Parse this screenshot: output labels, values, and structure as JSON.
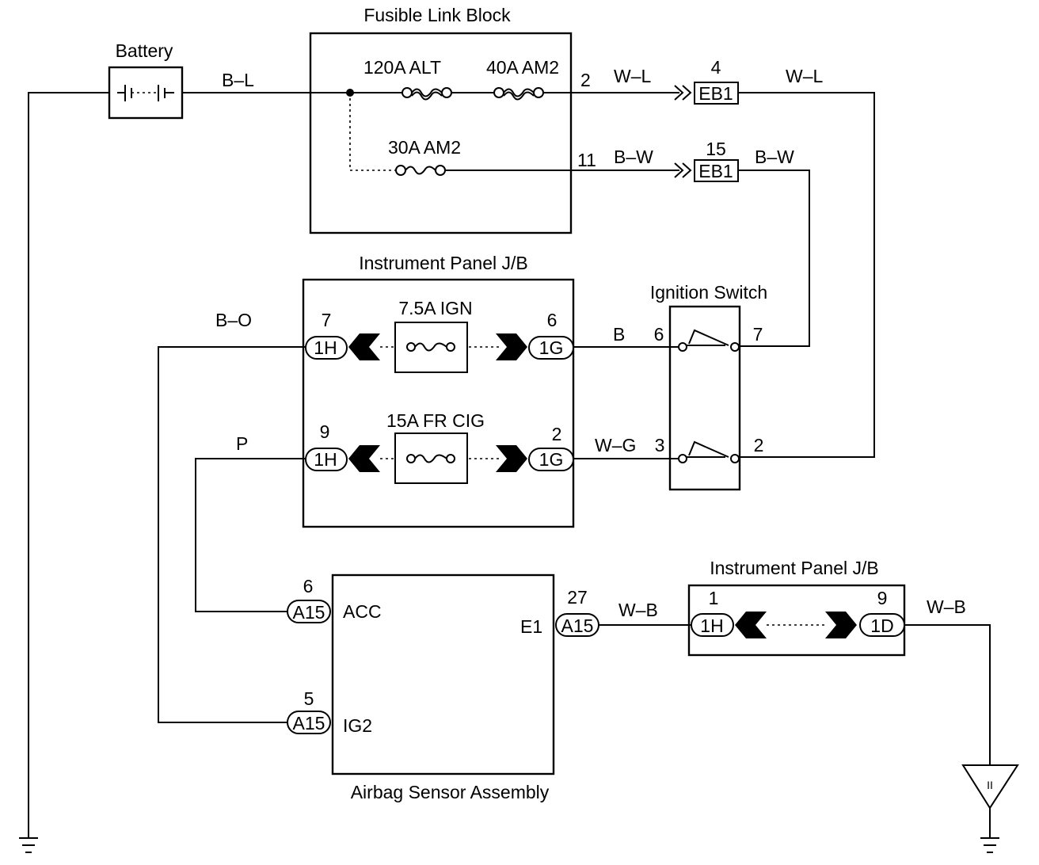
{
  "labels": {
    "fusible_link_block": "Fusible Link Block",
    "battery": "Battery",
    "instrument_panel_jb_upper": "Instrument Panel J/B",
    "ignition_switch": "Ignition Switch",
    "instrument_panel_jb_lower": "Instrument Panel J/B",
    "airbag_sensor_assembly": "Airbag Sensor Assembly"
  },
  "fuses": {
    "alt_120a": "120A ALT",
    "am2_40a": "40A AM2",
    "am2_30a": "30A AM2",
    "ign_7_5a": "7.5A IGN",
    "frcig_15a": "15A FR CIG"
  },
  "wires": {
    "battery_out": "B–L",
    "flb_pin2": "W–L",
    "eb1_pin4_out": "W–L",
    "flb_pin11": "B–W",
    "eb1_pin15_out": "B–W",
    "ign_1h7": "B–O",
    "ign_1g6": "B",
    "frcig_1h9": "P",
    "frcig_1g2": "W–G",
    "a15_e1": "W–B",
    "jb_1d9": "W–B"
  },
  "connectors": {
    "eb1_a": "EB1",
    "eb1_b": "EB1",
    "h1_ign": "1H",
    "g1_ign": "1G",
    "h1_frcig": "1H",
    "g1_frcig": "1G",
    "a15_acc": "A15",
    "a15_ig2": "A15",
    "a15_e1": "A15",
    "h1_jb": "1H",
    "d1_jb": "1D"
  },
  "pins": {
    "flb_2": "2",
    "flb_11": "11",
    "eb1_4": "4",
    "eb1_15": "15",
    "h1_7": "7",
    "g1_6": "6",
    "h1_9": "9",
    "g1_2": "2",
    "sw_6": "6",
    "sw_7": "7",
    "sw_3": "3",
    "sw_2": "2",
    "a15_6": "6",
    "a15_5": "5",
    "a15_27": "27",
    "jb_1": "1",
    "jb_9": "9"
  },
  "terminals": {
    "acc": "ACC",
    "ig2": "IG2",
    "e1": "E1"
  },
  "ground_mark": "II"
}
